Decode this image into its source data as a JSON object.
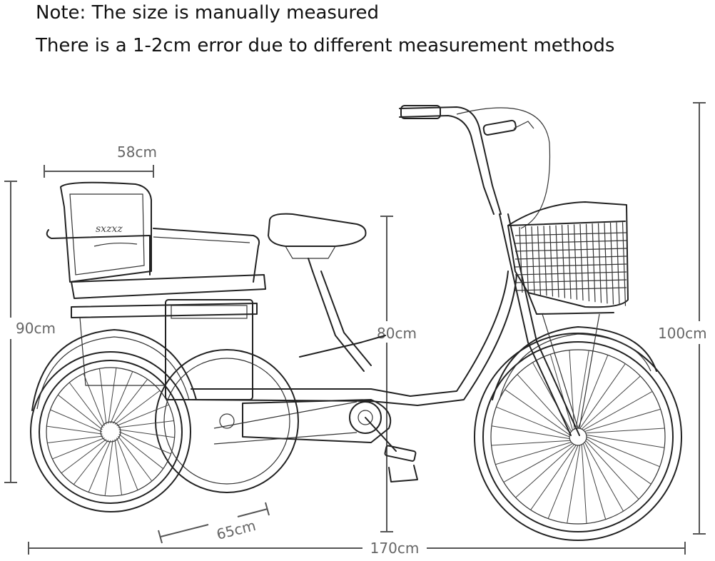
{
  "notes": {
    "line1": "Note: The size is manually measured",
    "line2": "There is a 1-2cm error due to different measurement methods"
  },
  "dimensions": {
    "seat_width": "58cm",
    "rear_height": "90cm",
    "saddle_height": "80cm",
    "total_height": "100cm",
    "wheelbase_rear": "65cm",
    "total_length": "170cm"
  },
  "illustration": {
    "subject": "tricycle-line-drawing"
  }
}
